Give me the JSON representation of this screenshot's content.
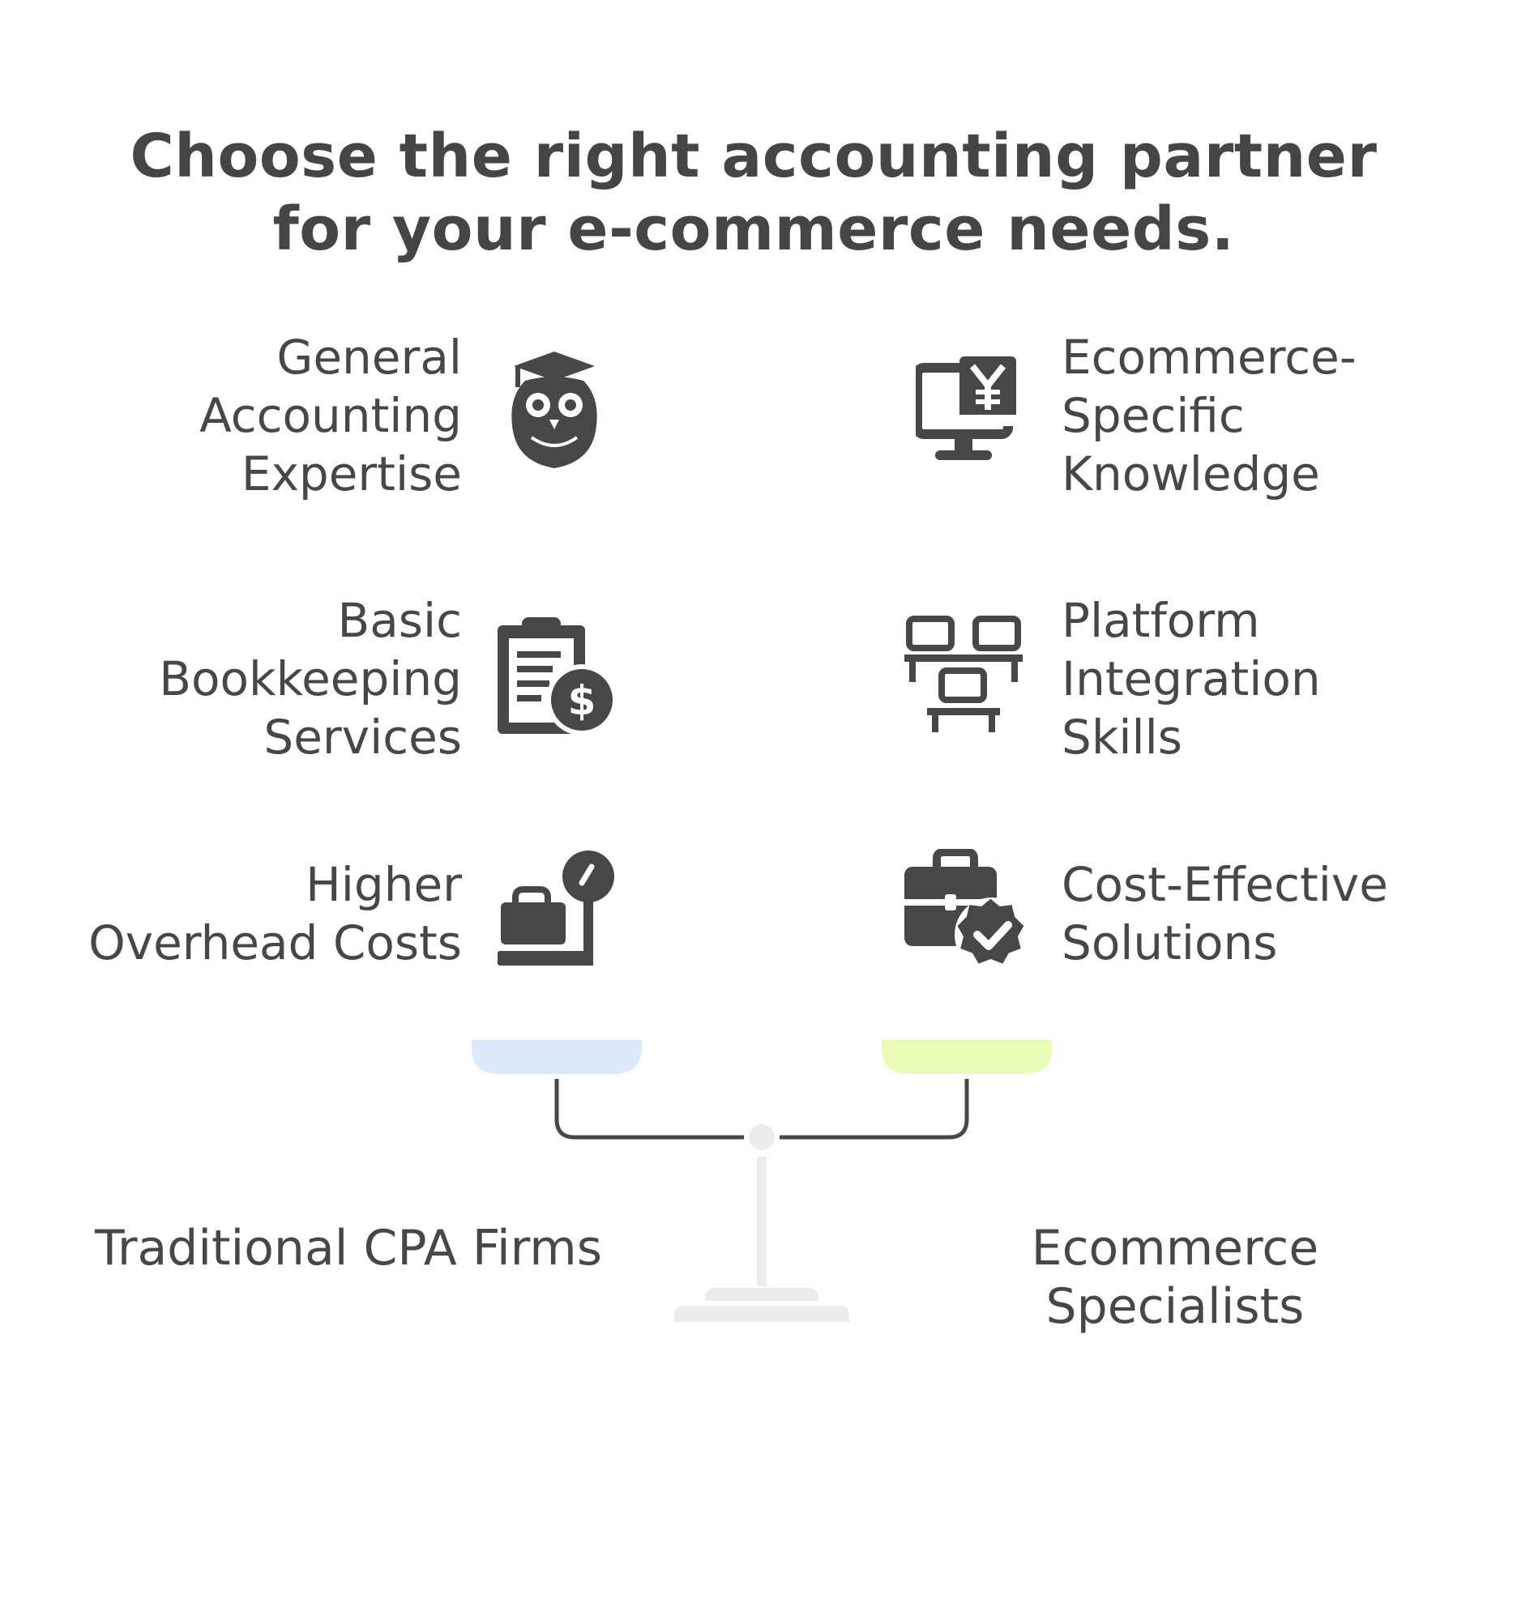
{
  "title": "Choose the right accounting partner for your e-commerce needs.",
  "colors": {
    "text": "#474747",
    "left_pan": "#dce8fc",
    "right_pan": "#e8fcb8",
    "stand": "#ececec",
    "beam": "#474747"
  },
  "left_side": {
    "label": "Traditional CPA Firms",
    "items": [
      {
        "label": "General\nAccounting\nExpertise",
        "icon": "owl-graduate-icon"
      },
      {
        "label": "Basic\nBookkeeping\nServices",
        "icon": "clipboard-dollar-icon"
      },
      {
        "label": "Higher\nOverhead Costs",
        "icon": "briefcase-scale-icon"
      }
    ]
  },
  "right_side": {
    "label": "Ecommerce\nSpecialists",
    "items": [
      {
        "label": "Ecommerce-\nSpecific\nKnowledge",
        "icon": "monitor-yen-icon"
      },
      {
        "label": "Platform\nIntegration\nSkills",
        "icon": "network-computers-icon"
      },
      {
        "label": "Cost-Effective\nSolutions",
        "icon": "briefcase-check-icon"
      }
    ]
  }
}
